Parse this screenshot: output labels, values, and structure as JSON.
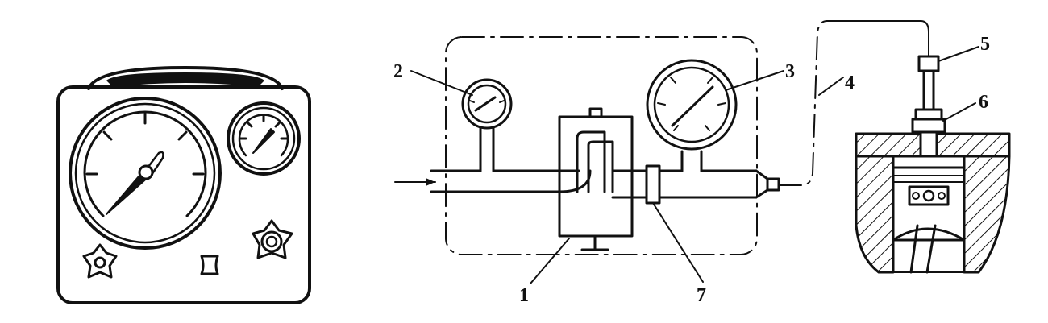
{
  "callouts": {
    "c1": "1",
    "c2": "2",
    "c3": "3",
    "c4": "4",
    "c5": "5",
    "c6": "6",
    "c7": "7"
  },
  "colors": {
    "ink": "#111111",
    "background": "#ffffff"
  }
}
